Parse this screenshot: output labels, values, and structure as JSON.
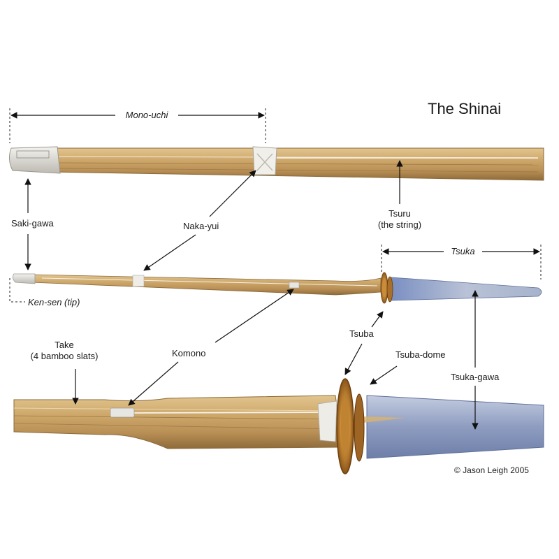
{
  "title": "The Shinai",
  "copyright": "© Jason Leigh 2005",
  "labels": {
    "mono_uchi": "Mono-uchi",
    "saki_gawa": "Saki-gawa",
    "naka_yui": "Naka-yui",
    "tsuru_line1": "Tsuru",
    "tsuru_line2": "(the string)",
    "tsuka": "Tsuka",
    "ken_sen": "Ken-sen (tip)",
    "tsuba": "Tsuba",
    "take_line1": "Take",
    "take_line2": "(4 bamboo slats)",
    "komono": "Komono",
    "tsuba_dome": "Tsuba-dome",
    "tsuka_gawa": "Tsuka-gawa"
  },
  "colors": {
    "bamboo": "#c9a46a",
    "bamboo_dark": "#9c7a45",
    "leather_white": "#e4e2dc",
    "tsuka_blue": "#8fa0c4",
    "tsuba_brown": "#b57a2c",
    "string": "#f4f2ea"
  }
}
